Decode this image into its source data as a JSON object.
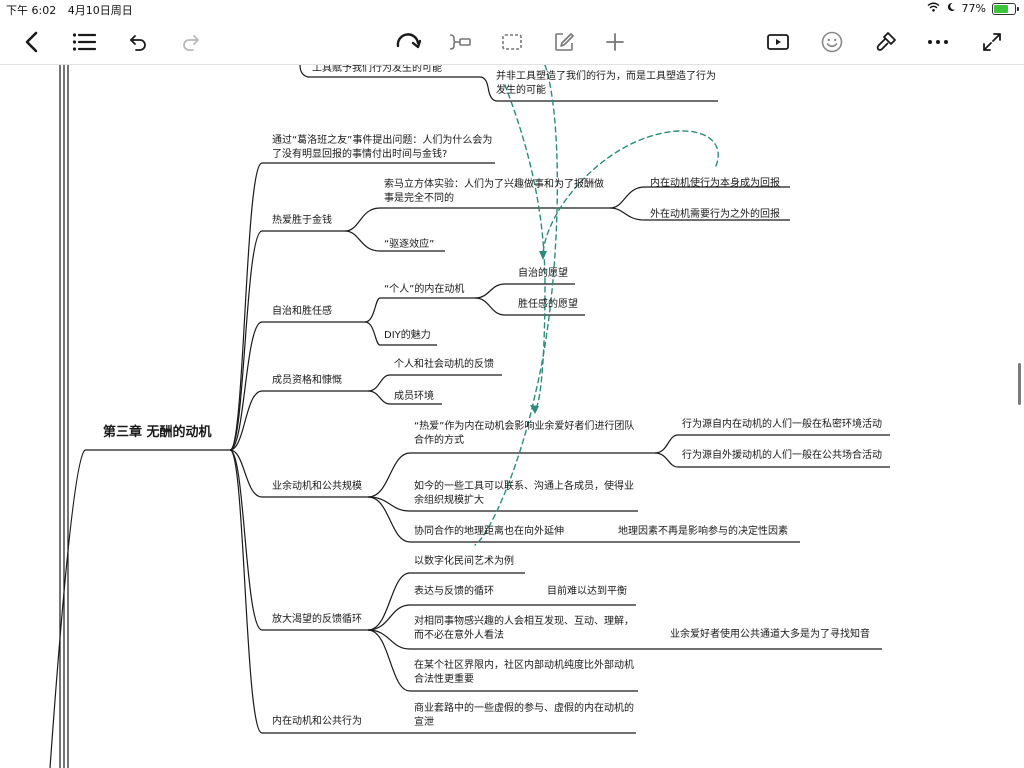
{
  "status_bar": {
    "time": "下午 6:02",
    "date": "4月10日周日",
    "battery_percent": "77%"
  },
  "toolbar": {
    "icons": [
      "chevron-left-icon",
      "list-icon",
      "undo-icon",
      "redo-icon",
      "rotate-icon",
      "boundary-icon",
      "selection-icon",
      "edit-icon",
      "plus-icon",
      "play-icon",
      "emoji-icon",
      "brush-icon",
      "more-icon",
      "expand-icon"
    ]
  },
  "mindmap": {
    "top": {
      "a": "工具赋予我们行为发生的可能",
      "b": "并非工具塑造了我们的行为，而是工具塑造了行为发生的可能"
    },
    "root": "第三章 无酬的动机",
    "b1": "通过“葛洛班之友”事件提出问题：人们为什么会为了没有明显回报的事情付出时间与金钱?",
    "b2": {
      "label": "热爱胜于金钱",
      "c1": "索马立方体实验：人们为了兴趣做事和为了报酬做事是完全不同的",
      "c1a": "内在动机使行为本身成为回报",
      "c1b": "外在动机需要行为之外的回报",
      "c2": "“驱逐效应”"
    },
    "b3": {
      "label": "自治和胜任感",
      "c1": "“个人”的内在动机",
      "c1a": "自治的愿望",
      "c1b": "胜任感的愿望",
      "c2": "DIY的魅力"
    },
    "b4": {
      "label": "成员资格和慷慨",
      "c1": "个人和社会动机的反馈",
      "c2": "成员环境"
    },
    "b5": {
      "label": "业余动机和公共规模",
      "c1": "“热爱”作为内在动机会影响业余爱好者们进行团队合作的方式",
      "c1a": "行为源自内在动机的人们一般在私密环境活动",
      "c1b": "行为源自外援动机的人们一般在公共场合活动",
      "c2": "如今的一些工具可以联系、沟通上各成员，使得业余组织规模扩大",
      "c3": "协同合作的地理距离也在向外延伸",
      "c3a": "地理因素不再是影响参与的决定性因素"
    },
    "b6": {
      "label": "放大渴望的反馈循环",
      "c1": "以数字化民间艺术为例",
      "c2": "表达与反馈的循环",
      "c2a": "目前难以达到平衡",
      "c3": "对相同事物感兴趣的人会相互发现、互动、理解，而不必在意外人看法",
      "c3a": "业余爱好者使用公共通道大多是为了寻找知音",
      "c4": "在某个社区界限内，社区内部动机纯度比外部动机合法性更重要"
    },
    "b7": {
      "label": "内在动机和公共行为",
      "c1": "商业套路中的一些虚假的参与、虚假的内在动机的宣泄"
    }
  },
  "colors": {
    "annotation_stroke": "#2e8b7a",
    "line": "#1a1a1a",
    "battery": "#3cc43c"
  }
}
